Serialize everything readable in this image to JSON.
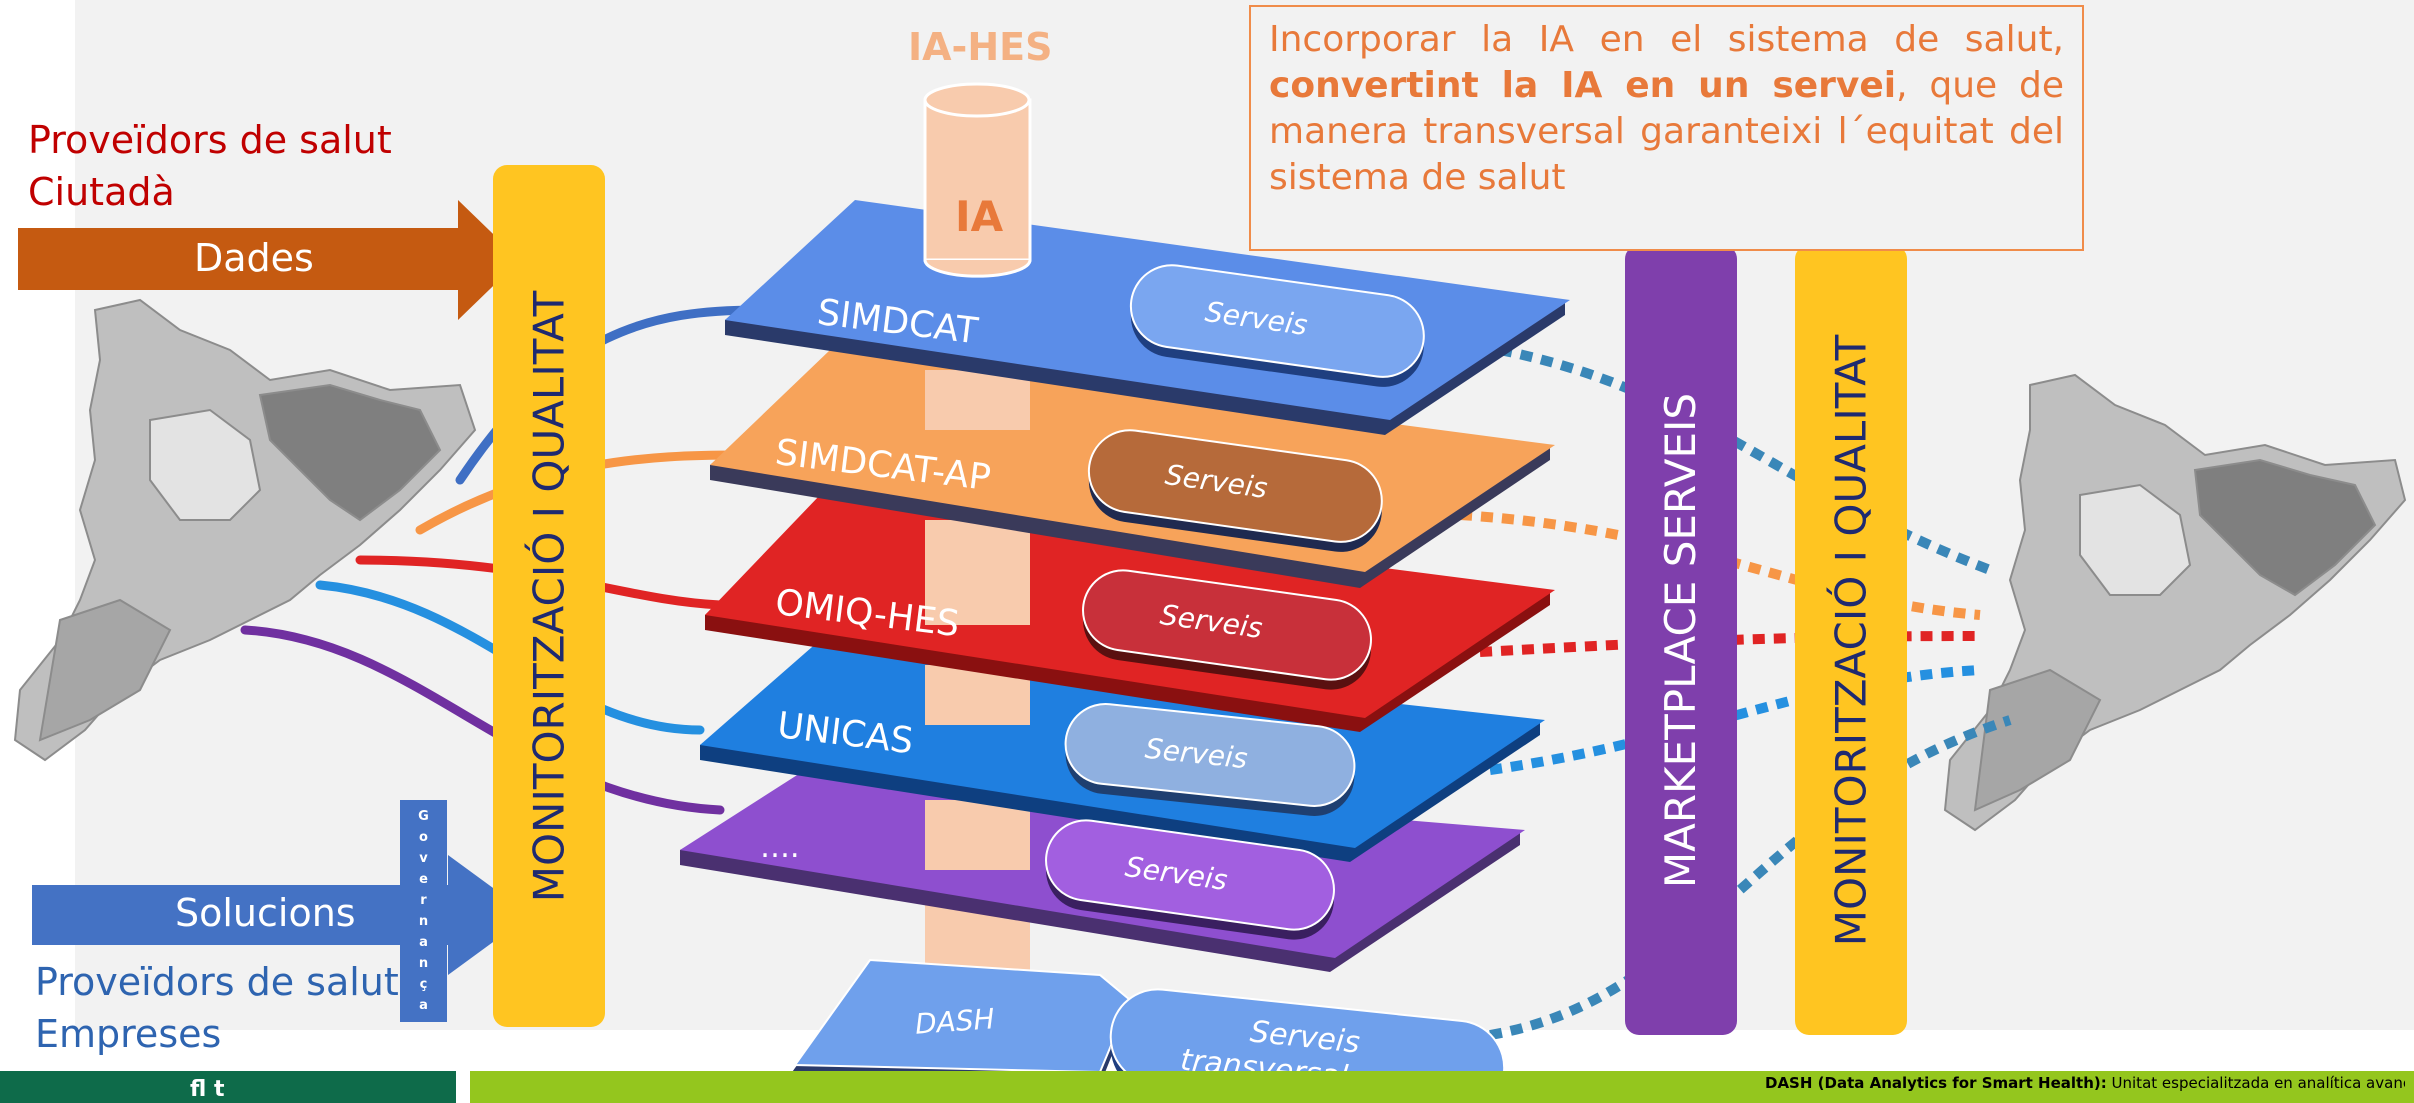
{
  "diagram": {
    "center_title": "IA-HES",
    "cylinder_label": "IA",
    "info_box": {
      "text_before": "Incorporar la IA en el sistema de salut, ",
      "text_bold": "convertint la IA en un servei",
      "text_after": ", que de manera transversal garanteixi l´equitat del sistema de salut"
    },
    "left": {
      "providers_top_line1": "Proveïdors de salut",
      "providers_top_line2": "Ciutadà",
      "data_arrow": "Dades",
      "solutions_arrow": "Solucions",
      "providers_bottom_line1": "Proveïdors de salut",
      "providers_bottom_line2": "Empreses",
      "governance_letters": [
        "G",
        "o",
        "v",
        "e",
        "r",
        "n",
        "a",
        "n",
        "ç",
        "a"
      ]
    },
    "left_bar": "MONITORITZACIÓ I QUALITAT",
    "marketplace_bar": "MARKETPLACE SERVEIS",
    "right_bar": "MONITORITZACIÓ I QUALITAT",
    "layers": [
      {
        "name": "SIMDCAT",
        "service": "Serveis",
        "color": "#5b8de8",
        "pill": "#7aa6f0"
      },
      {
        "name": "SIMDCAT-AP",
        "service": "Serveis",
        "color": "#f7a35a",
        "pill": "#b66a3a"
      },
      {
        "name": "OMIQ-HES",
        "service": "Serveis",
        "color": "#e02424",
        "pill": "#c8303a"
      },
      {
        "name": "UNICAS",
        "service": "Serveis",
        "color": "#1f7fe0",
        "pill": "#8fb0e0"
      },
      {
        "name": "….",
        "service": "Serveis",
        "color": "#8e4fcf",
        "pill": "#a25fe0"
      }
    ],
    "dash": {
      "label": "DASH",
      "service_line1": "Serveis",
      "service_line2": "transversals"
    },
    "footer": {
      "left_text": "fl   t",
      "note_bold": "DASH (Data Analytics for Smart Health):",
      "note_text": " Unitat especialitzada en analítica avança de"
    },
    "colors": {
      "orange_text": "#e8793a",
      "dark_red_text": "#c00000",
      "blue_text": "#2e64b0",
      "yellow_bar": "#ffc521",
      "purple_bar": "#7f3fac",
      "footer_green": "#0e6b4a",
      "footer_lime": "#94c61e"
    }
  }
}
